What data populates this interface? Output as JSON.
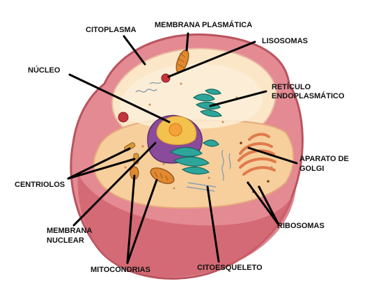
{
  "diagram": {
    "labels": {
      "citoplasma": "CITOPLASMA",
      "membrana_plasmatica": "MEMBRANA PLASMÁTICA",
      "lisosomas": "LISOSOMAS",
      "nucleo": "NÚCLEO",
      "reticulo_line1": "RETÍCULO",
      "reticulo_line2": "ENDOPLASMÁTICO",
      "aparato_line1": "APARATO DE",
      "aparato_line2": "GOLGI",
      "centriolos": "CENTRIOLOS",
      "membrana_nuclear_line1": "MEMBRANA",
      "membrana_nuclear_line2": "NUCLEAR",
      "ribosomas": "RIBOSOMAS",
      "mitocondrias": "MITOCONDRIAS",
      "citoesqueleto": "CITOESQUELETO"
    },
    "colors": {
      "membrane": "#d9707a",
      "membrane_dark": "#a8424e",
      "cytoplasm": "#f8d9a8",
      "cytoplasm_light": "#fbe7c7",
      "nucleus": "#f3c24e",
      "nucleolus": "#f5a13a",
      "nuclear_envelope": "#8a4b9a",
      "er": "#2ea59a",
      "golgi": "#e17a4a",
      "mitochondria": "#e0892e",
      "lysosome": "#c5333d",
      "leader_line": "#000000"
    }
  }
}
